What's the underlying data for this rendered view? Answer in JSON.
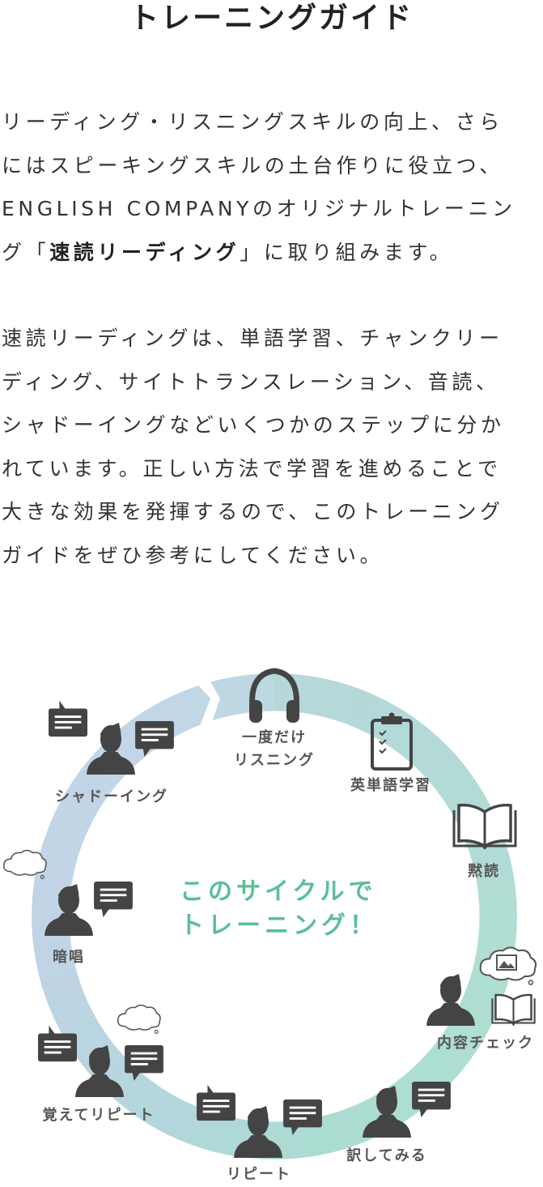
{
  "title": "トレーニングガイド",
  "intro": {
    "lines": [
      "リーディング・リスニングスキルの向上、さら",
      "にはスピーキングスキルの土台作りに役立つ、",
      "ENGLISH COMPANYのオリジナルトレーニン"
    ],
    "line4_before": "グ「",
    "line4_bold": "速読リーディング",
    "line4_after": "」に取り組みます。"
  },
  "body": {
    "lines": [
      "速読リーディングは、単語学習、チャンクリー",
      "ディング、サイトトランスレーション、音読、",
      "シャドーイングなどいくつかのステップに分か",
      "れています。正しい方法で学習を進めることで",
      "大きな効果を発揮するので、このトレーニング",
      "ガイドをぜひ参考にしてください。"
    ]
  },
  "cycle": {
    "center_line1": "このサイクルで",
    "center_line2": "トレーニング！",
    "colors": {
      "ring_blue": "#c3d6e8",
      "ring_teal": "#aedfd2",
      "accent": "#5bbf98",
      "icon": "#444444"
    },
    "steps": [
      {
        "label_line1": "一度だけ",
        "label_line2": "リスニング",
        "icon": "headphones-icon"
      },
      {
        "label": "英単語学習",
        "icon": "clipboard-checklist-icon"
      },
      {
        "label": "黙読",
        "icon": "open-book-icon"
      },
      {
        "label": "内容チェック",
        "icon": "person-thinking-book-icon"
      },
      {
        "label": "訳してみる",
        "icon": "person-speech-icon"
      },
      {
        "label": "リピート",
        "icon": "person-dialogue-icon"
      },
      {
        "label": "覚えてリピート",
        "icon": "person-dialogue-thinking-icon"
      },
      {
        "label": "暗唱",
        "icon": "person-thinking-speech-icon"
      },
      {
        "label": "シャドーイング",
        "icon": "person-dialogue-icon"
      }
    ]
  }
}
